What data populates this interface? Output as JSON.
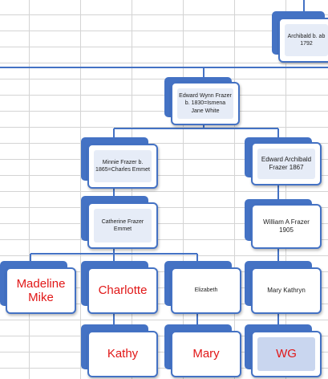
{
  "nodes": {
    "archibald": "Archibald b. ab 1792",
    "edward_wynn": "Edward Wynn Frazer b. 1830=Ismena Jane White",
    "minnie": "Minnie Frazer b. 1865=Charles Emmet",
    "edward_archibald": "Edward Archibald Frazer 1867",
    "catherine": "Catherine Frazer Emmet",
    "william": "William A Frazer 1905",
    "madeline_mike": "Madeline Mike",
    "charlotte": "Charlotte",
    "elizabeth": "Elizabeth",
    "mary_kathryn": "Mary Kathryn",
    "kathy": "Kathy",
    "mary": "Mary",
    "wg": "WG"
  },
  "colors": {
    "accent": "#4472c4",
    "name_red": "#e11717",
    "card_fill": "#ffffff",
    "shade": "#e6ecf7",
    "selected_fill": "#c9d6ef",
    "grid_line": "#d4d4d4"
  }
}
